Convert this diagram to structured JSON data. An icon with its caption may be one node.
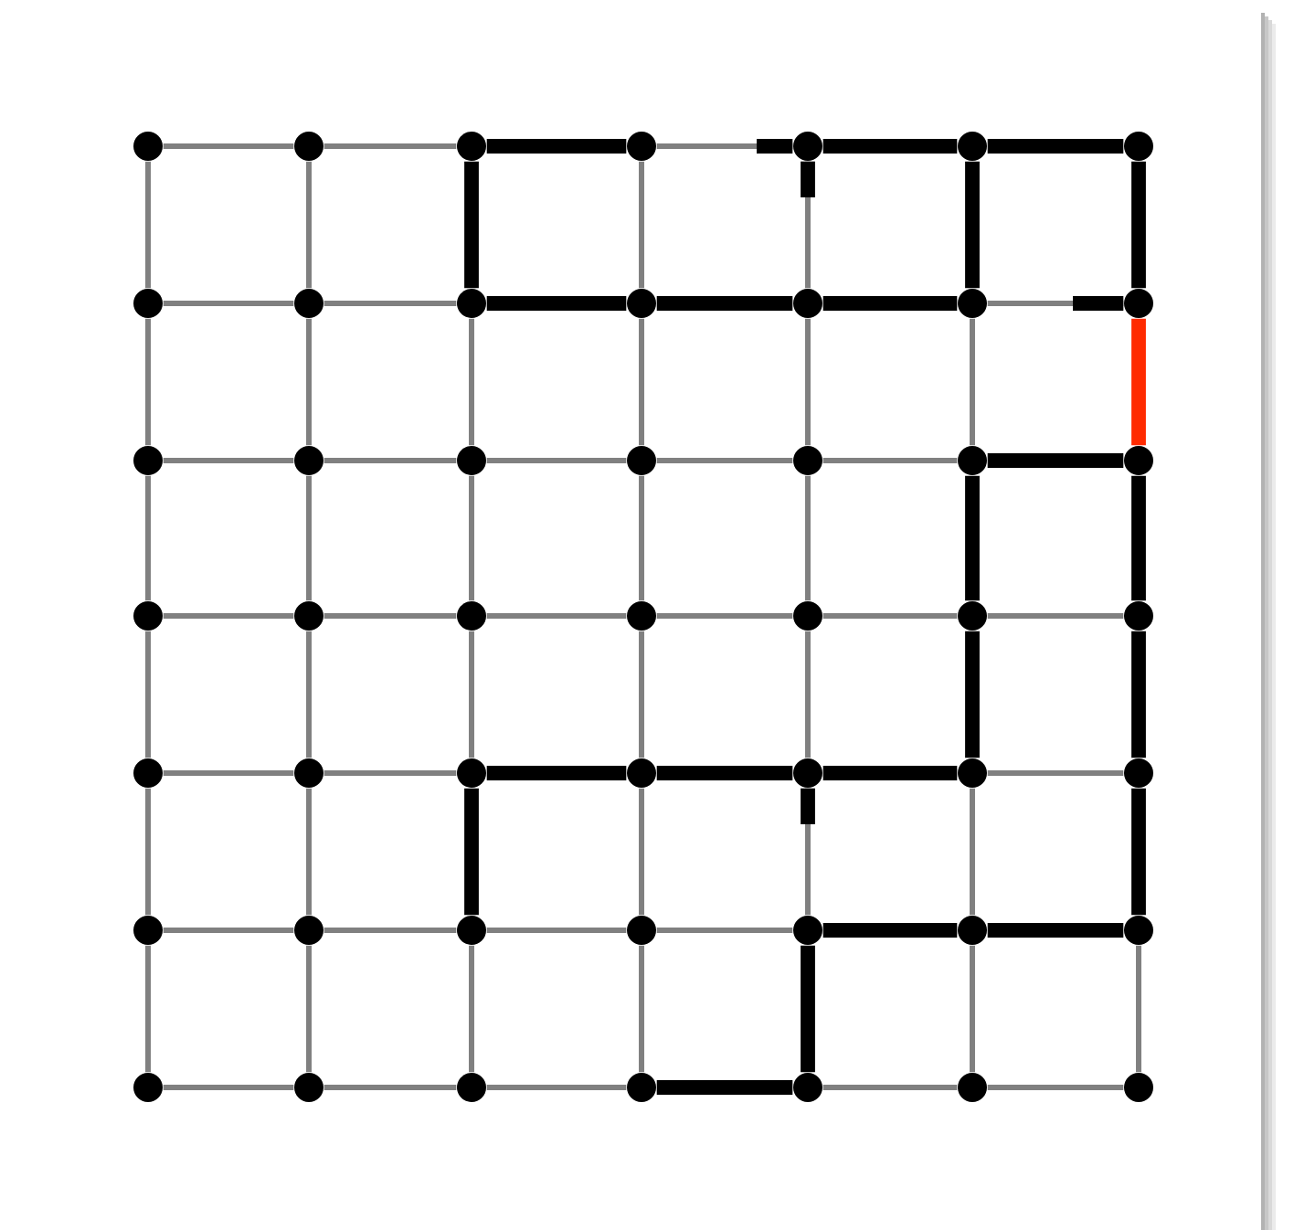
{
  "diagram": {
    "nodes": [
      {
        "text": [],
        "shape": "circle"
      },
      {
        "text": [],
        "shape": "circle"
      },
      {
        "text": [],
        "shape": "circle"
      },
      {
        "text": [],
        "shape": "circle"
      },
      {
        "text": [],
        "shape": "circle"
      },
      {
        "text": [],
        "shape": "circle"
      },
      {
        "text": [],
        "shape": "circle"
      },
      {
        "text": [],
        "shape": "circle"
      },
      {
        "text": [],
        "shape": "circle"
      },
      {
        "text": [],
        "shape": "circle"
      },
      {
        "text": [],
        "shape": "circle"
      },
      {
        "text": [],
        "shape": "circle"
      },
      {
        "text": [],
        "shape": "circle"
      },
      {
        "text": [],
        "shape": "circle"
      },
      {
        "text": [],
        "shape": "circle"
      },
      {
        "text": [],
        "shape": "circle"
      },
      {
        "text": [],
        "shape": "circle"
      },
      {
        "text": [],
        "shape": "circle"
      },
      {
        "text": [],
        "shape": "circle"
      },
      {
        "text": [],
        "shape": "circle"
      },
      {
        "text": [],
        "shape": "circle"
      },
      {
        "text": [],
        "shape": "circle"
      },
      {
        "text": [],
        "shape": "circle"
      },
      {
        "text": [],
        "shape": "circle"
      },
      {
        "text": [],
        "shape": "circle"
      },
      {
        "text": [],
        "shape": "circle"
      },
      {
        "text": [],
        "shape": "circle"
      },
      {
        "text": [],
        "shape": "circle"
      },
      {
        "text": [],
        "shape": "circle"
      },
      {
        "text": [],
        "shape": "circle"
      },
      {
        "text": [],
        "shape": "circle"
      },
      {
        "text": [],
        "shape": "circle"
      },
      {
        "text": [],
        "shape": "circle"
      },
      {
        "text": [],
        "shape": "circle"
      },
      {
        "text": [],
        "shape": "circle"
      },
      {
        "text": [],
        "shape": "circle"
      },
      {
        "text": [],
        "shape": "circle"
      },
      {
        "text": [],
        "shape": "circle"
      },
      {
        "text": [],
        "shape": "circle"
      },
      {
        "text": [],
        "shape": "circle"
      },
      {
        "text": [],
        "shape": "circle"
      },
      {
        "text": [],
        "shape": "circle"
      },
      {
        "text": [],
        "shape": "circle"
      },
      {
        "text": [],
        "shape": "circle"
      },
      {
        "text": [],
        "shape": "circle"
      },
      {
        "text": [],
        "shape": "circle"
      },
      {
        "text": [],
        "shape": "circle"
      },
      {
        "text": [],
        "shape": "circle"
      },
      {
        "text": [],
        "shape": "circle"
      }
    ],
    "edges": [
      {
        "from": 0,
        "to": 1,
        "arrow": "none"
      },
      {
        "from": 1,
        "to": 2,
        "arrow": "none"
      },
      {
        "from": 2,
        "to": 3,
        "arrow": "none",
        "style": "thick",
        "color": "#000000"
      },
      {
        "from": 3,
        "to": 4,
        "arrow": "none"
      },
      {
        "from": 4,
        "to": 5,
        "arrow": "none",
        "style": "thick",
        "color": "#000000"
      },
      {
        "from": 5,
        "to": 6,
        "arrow": "none",
        "style": "thick",
        "color": "#000000"
      },
      {
        "from": 7,
        "to": 8,
        "arrow": "none"
      },
      {
        "from": 8,
        "to": 9,
        "arrow": "none"
      },
      {
        "from": 9,
        "to": 10,
        "arrow": "none",
        "style": "thick",
        "color": "#000000"
      },
      {
        "from": 10,
        "to": 11,
        "arrow": "none",
        "style": "thick",
        "color": "#000000"
      },
      {
        "from": 11,
        "to": 12,
        "arrow": "none",
        "style": "thick",
        "color": "#000000"
      },
      {
        "from": 12,
        "to": 13,
        "arrow": "none"
      },
      {
        "from": 14,
        "to": 15,
        "arrow": "none"
      },
      {
        "from": 15,
        "to": 16,
        "arrow": "none"
      },
      {
        "from": 16,
        "to": 17,
        "arrow": "none"
      },
      {
        "from": 17,
        "to": 18,
        "arrow": "none"
      },
      {
        "from": 18,
        "to": 19,
        "arrow": "none"
      },
      {
        "from": 19,
        "to": 20,
        "arrow": "none",
        "style": "thick",
        "color": "#000000"
      },
      {
        "from": 21,
        "to": 22,
        "arrow": "none"
      },
      {
        "from": 22,
        "to": 23,
        "arrow": "none"
      },
      {
        "from": 23,
        "to": 24,
        "arrow": "none"
      },
      {
        "from": 24,
        "to": 25,
        "arrow": "none"
      },
      {
        "from": 25,
        "to": 26,
        "arrow": "none"
      },
      {
        "from": 26,
        "to": 27,
        "arrow": "none"
      },
      {
        "from": 28,
        "to": 29,
        "arrow": "none"
      },
      {
        "from": 29,
        "to": 30,
        "arrow": "none"
      },
      {
        "from": 30,
        "to": 31,
        "arrow": "none",
        "style": "thick",
        "color": "#000000"
      },
      {
        "from": 31,
        "to": 32,
        "arrow": "none",
        "style": "thick",
        "color": "#000000"
      },
      {
        "from": 32,
        "to": 33,
        "arrow": "none",
        "style": "thick",
        "color": "#000000"
      },
      {
        "from": 33,
        "to": 34,
        "arrow": "none"
      },
      {
        "from": 35,
        "to": 36,
        "arrow": "none"
      },
      {
        "from": 36,
        "to": 37,
        "arrow": "none"
      },
      {
        "from": 37,
        "to": 38,
        "arrow": "none"
      },
      {
        "from": 38,
        "to": 39,
        "arrow": "none"
      },
      {
        "from": 39,
        "to": 40,
        "arrow": "none",
        "style": "thick",
        "color": "#000000"
      },
      {
        "from": 40,
        "to": 41,
        "arrow": "none",
        "style": "thick",
        "color": "#000000"
      },
      {
        "from": 42,
        "to": 43,
        "arrow": "none"
      },
      {
        "from": 43,
        "to": 44,
        "arrow": "none"
      },
      {
        "from": 44,
        "to": 45,
        "arrow": "none"
      },
      {
        "from": 45,
        "to": 46,
        "arrow": "none",
        "style": "thick",
        "color": "#000000"
      },
      {
        "from": 46,
        "to": 47,
        "arrow": "none"
      },
      {
        "from": 47,
        "to": 48,
        "arrow": "none"
      },
      {
        "from": 0,
        "to": 7,
        "arrow": "none"
      },
      {
        "from": 7,
        "to": 14,
        "arrow": "none"
      },
      {
        "from": 14,
        "to": 21,
        "arrow": "none"
      },
      {
        "from": 21,
        "to": 28,
        "arrow": "none"
      },
      {
        "from": 28,
        "to": 35,
        "arrow": "none"
      },
      {
        "from": 35,
        "to": 42,
        "arrow": "none"
      },
      {
        "from": 1,
        "to": 8,
        "arrow": "none"
      },
      {
        "from": 8,
        "to": 15,
        "arrow": "none"
      },
      {
        "from": 15,
        "to": 22,
        "arrow": "none"
      },
      {
        "from": 22,
        "to": 29,
        "arrow": "none"
      },
      {
        "from": 29,
        "to": 36,
        "arrow": "none"
      },
      {
        "from": 36,
        "to": 43,
        "arrow": "none"
      },
      {
        "from": 2,
        "to": 9,
        "arrow": "none",
        "style": "thick",
        "color": "#000000"
      },
      {
        "from": 9,
        "to": 16,
        "arrow": "none"
      },
      {
        "from": 16,
        "to": 23,
        "arrow": "none"
      },
      {
        "from": 23,
        "to": 30,
        "arrow": "none"
      },
      {
        "from": 30,
        "to": 37,
        "arrow": "none",
        "style": "thick",
        "color": "#000000"
      },
      {
        "from": 37,
        "to": 44,
        "arrow": "none"
      },
      {
        "from": 3,
        "to": 10,
        "arrow": "none"
      },
      {
        "from": 10,
        "to": 17,
        "arrow": "none"
      },
      {
        "from": 17,
        "to": 24,
        "arrow": "none"
      },
      {
        "from": 24,
        "to": 31,
        "arrow": "none"
      },
      {
        "from": 31,
        "to": 38,
        "arrow": "none"
      },
      {
        "from": 38,
        "to": 45,
        "arrow": "none"
      },
      {
        "from": 4,
        "to": 11,
        "arrow": "none"
      },
      {
        "from": 11,
        "to": 18,
        "arrow": "none"
      },
      {
        "from": 18,
        "to": 25,
        "arrow": "none"
      },
      {
        "from": 25,
        "to": 32,
        "arrow": "none"
      },
      {
        "from": 32,
        "to": 39,
        "arrow": "none"
      },
      {
        "from": 39,
        "to": 46,
        "arrow": "none",
        "style": "thick",
        "color": "#000000"
      },
      {
        "from": 5,
        "to": 12,
        "arrow": "none",
        "style": "thick",
        "color": "#000000"
      },
      {
        "from": 12,
        "to": 19,
        "arrow": "none"
      },
      {
        "from": 19,
        "to": 26,
        "arrow": "none",
        "style": "thick",
        "color": "#000000"
      },
      {
        "from": 26,
        "to": 33,
        "arrow": "none",
        "style": "thick",
        "color": "#000000"
      },
      {
        "from": 33,
        "to": 40,
        "arrow": "none"
      },
      {
        "from": 40,
        "to": 47,
        "arrow": "none"
      },
      {
        "from": 6,
        "to": 13,
        "arrow": "none",
        "style": "thick",
        "color": "#000000"
      },
      {
        "from": 13,
        "to": 20,
        "arrow": "none",
        "style": "thick",
        "color": "#ff2a00"
      },
      {
        "from": 20,
        "to": 27,
        "arrow": "none",
        "style": "thick",
        "color": "#000000"
      },
      {
        "from": 27,
        "to": 34,
        "arrow": "none",
        "style": "thick",
        "color": "#000000"
      },
      {
        "from": 34,
        "to": 41,
        "arrow": "none",
        "style": "thick",
        "color": "#000000"
      },
      {
        "from": 41,
        "to": 48,
        "arrow": "none"
      },
      {
        "from": 4,
        "to": null,
        "arrow": "none",
        "style": "thick",
        "color": "#000000"
      },
      {
        "from": 4,
        "to": null,
        "arrow": "none",
        "style": "thick",
        "color": "#000000"
      },
      {
        "from": 13,
        "to": null,
        "arrow": "none",
        "style": "thick",
        "color": "#000000"
      },
      {
        "from": 32,
        "to": null,
        "arrow": "none",
        "style": "thick",
        "color": "#000000"
      }
    ]
  }
}
